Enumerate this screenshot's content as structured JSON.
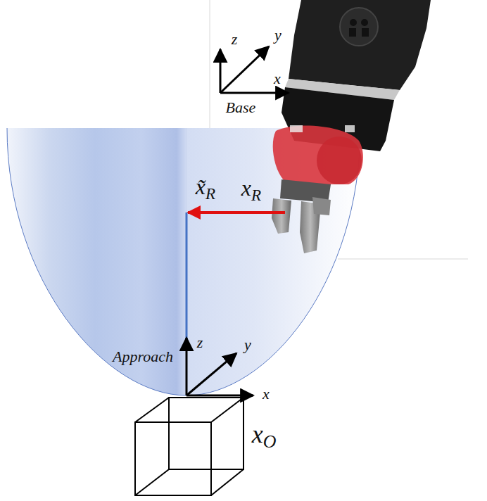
{
  "diagram": {
    "labels": [
      "z",
      "y",
      "x",
      "Base",
      "x̃R",
      "xR",
      "Approach",
      "z",
      "y",
      "x",
      "xO"
    ]
  }
}
